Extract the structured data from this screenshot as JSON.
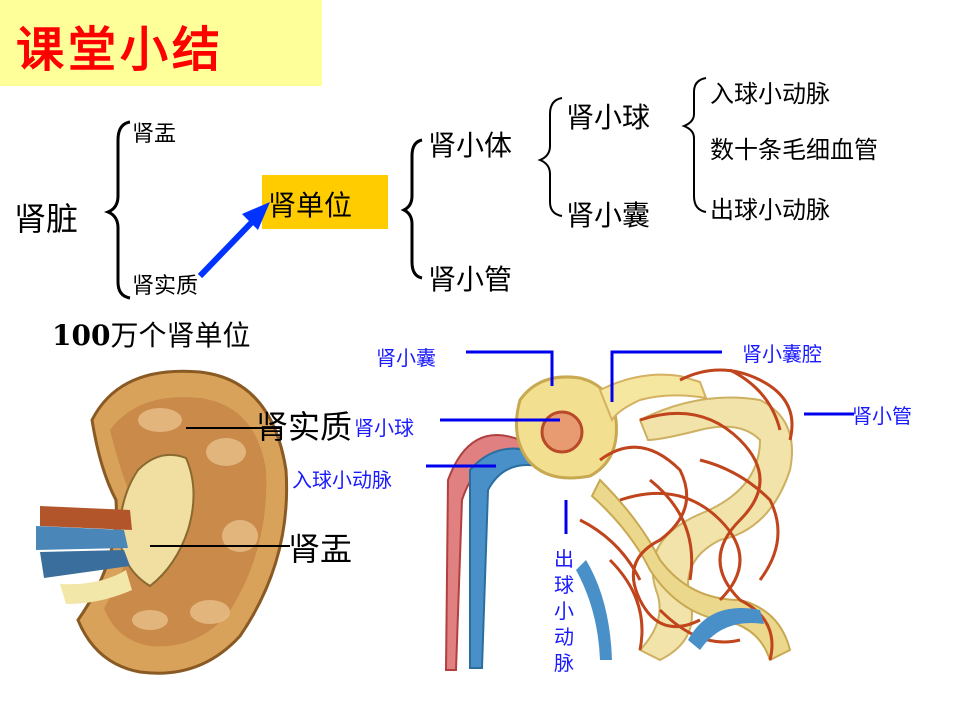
{
  "title": "课堂小结",
  "tree": {
    "kidney": "肾脏",
    "pelvis": "肾盂",
    "parenchyma": "肾实质",
    "nephron": "肾单位",
    "renal_corpuscle": "肾小体",
    "renal_tubule": "肾小管",
    "glomerulus": "肾小球",
    "capsule": "肾小囊",
    "afferent": "入球小动脉",
    "capillaries": "数十条毛细血管",
    "efferent": "出球小动脉"
  },
  "count_label": {
    "number": "100",
    "text": "万个肾单位"
  },
  "kidney_figure": {
    "parenchyma": "肾实质",
    "pelvis": "肾盂"
  },
  "nephron_figure": {
    "capsule": "肾小囊",
    "capsule_cavity": "肾小囊腔",
    "glomerulus": "肾小球",
    "tubule": "肾小管",
    "afferent": "入球小动脉",
    "efferent_chars": [
      "出",
      "球",
      "小",
      "动",
      "脉"
    ]
  },
  "colors": {
    "title": "#ff0000",
    "title_bg": "#ffff99",
    "highlight": "#ffcc00",
    "label_blue": "#1a1aff",
    "arrow": "#0033ff"
  }
}
